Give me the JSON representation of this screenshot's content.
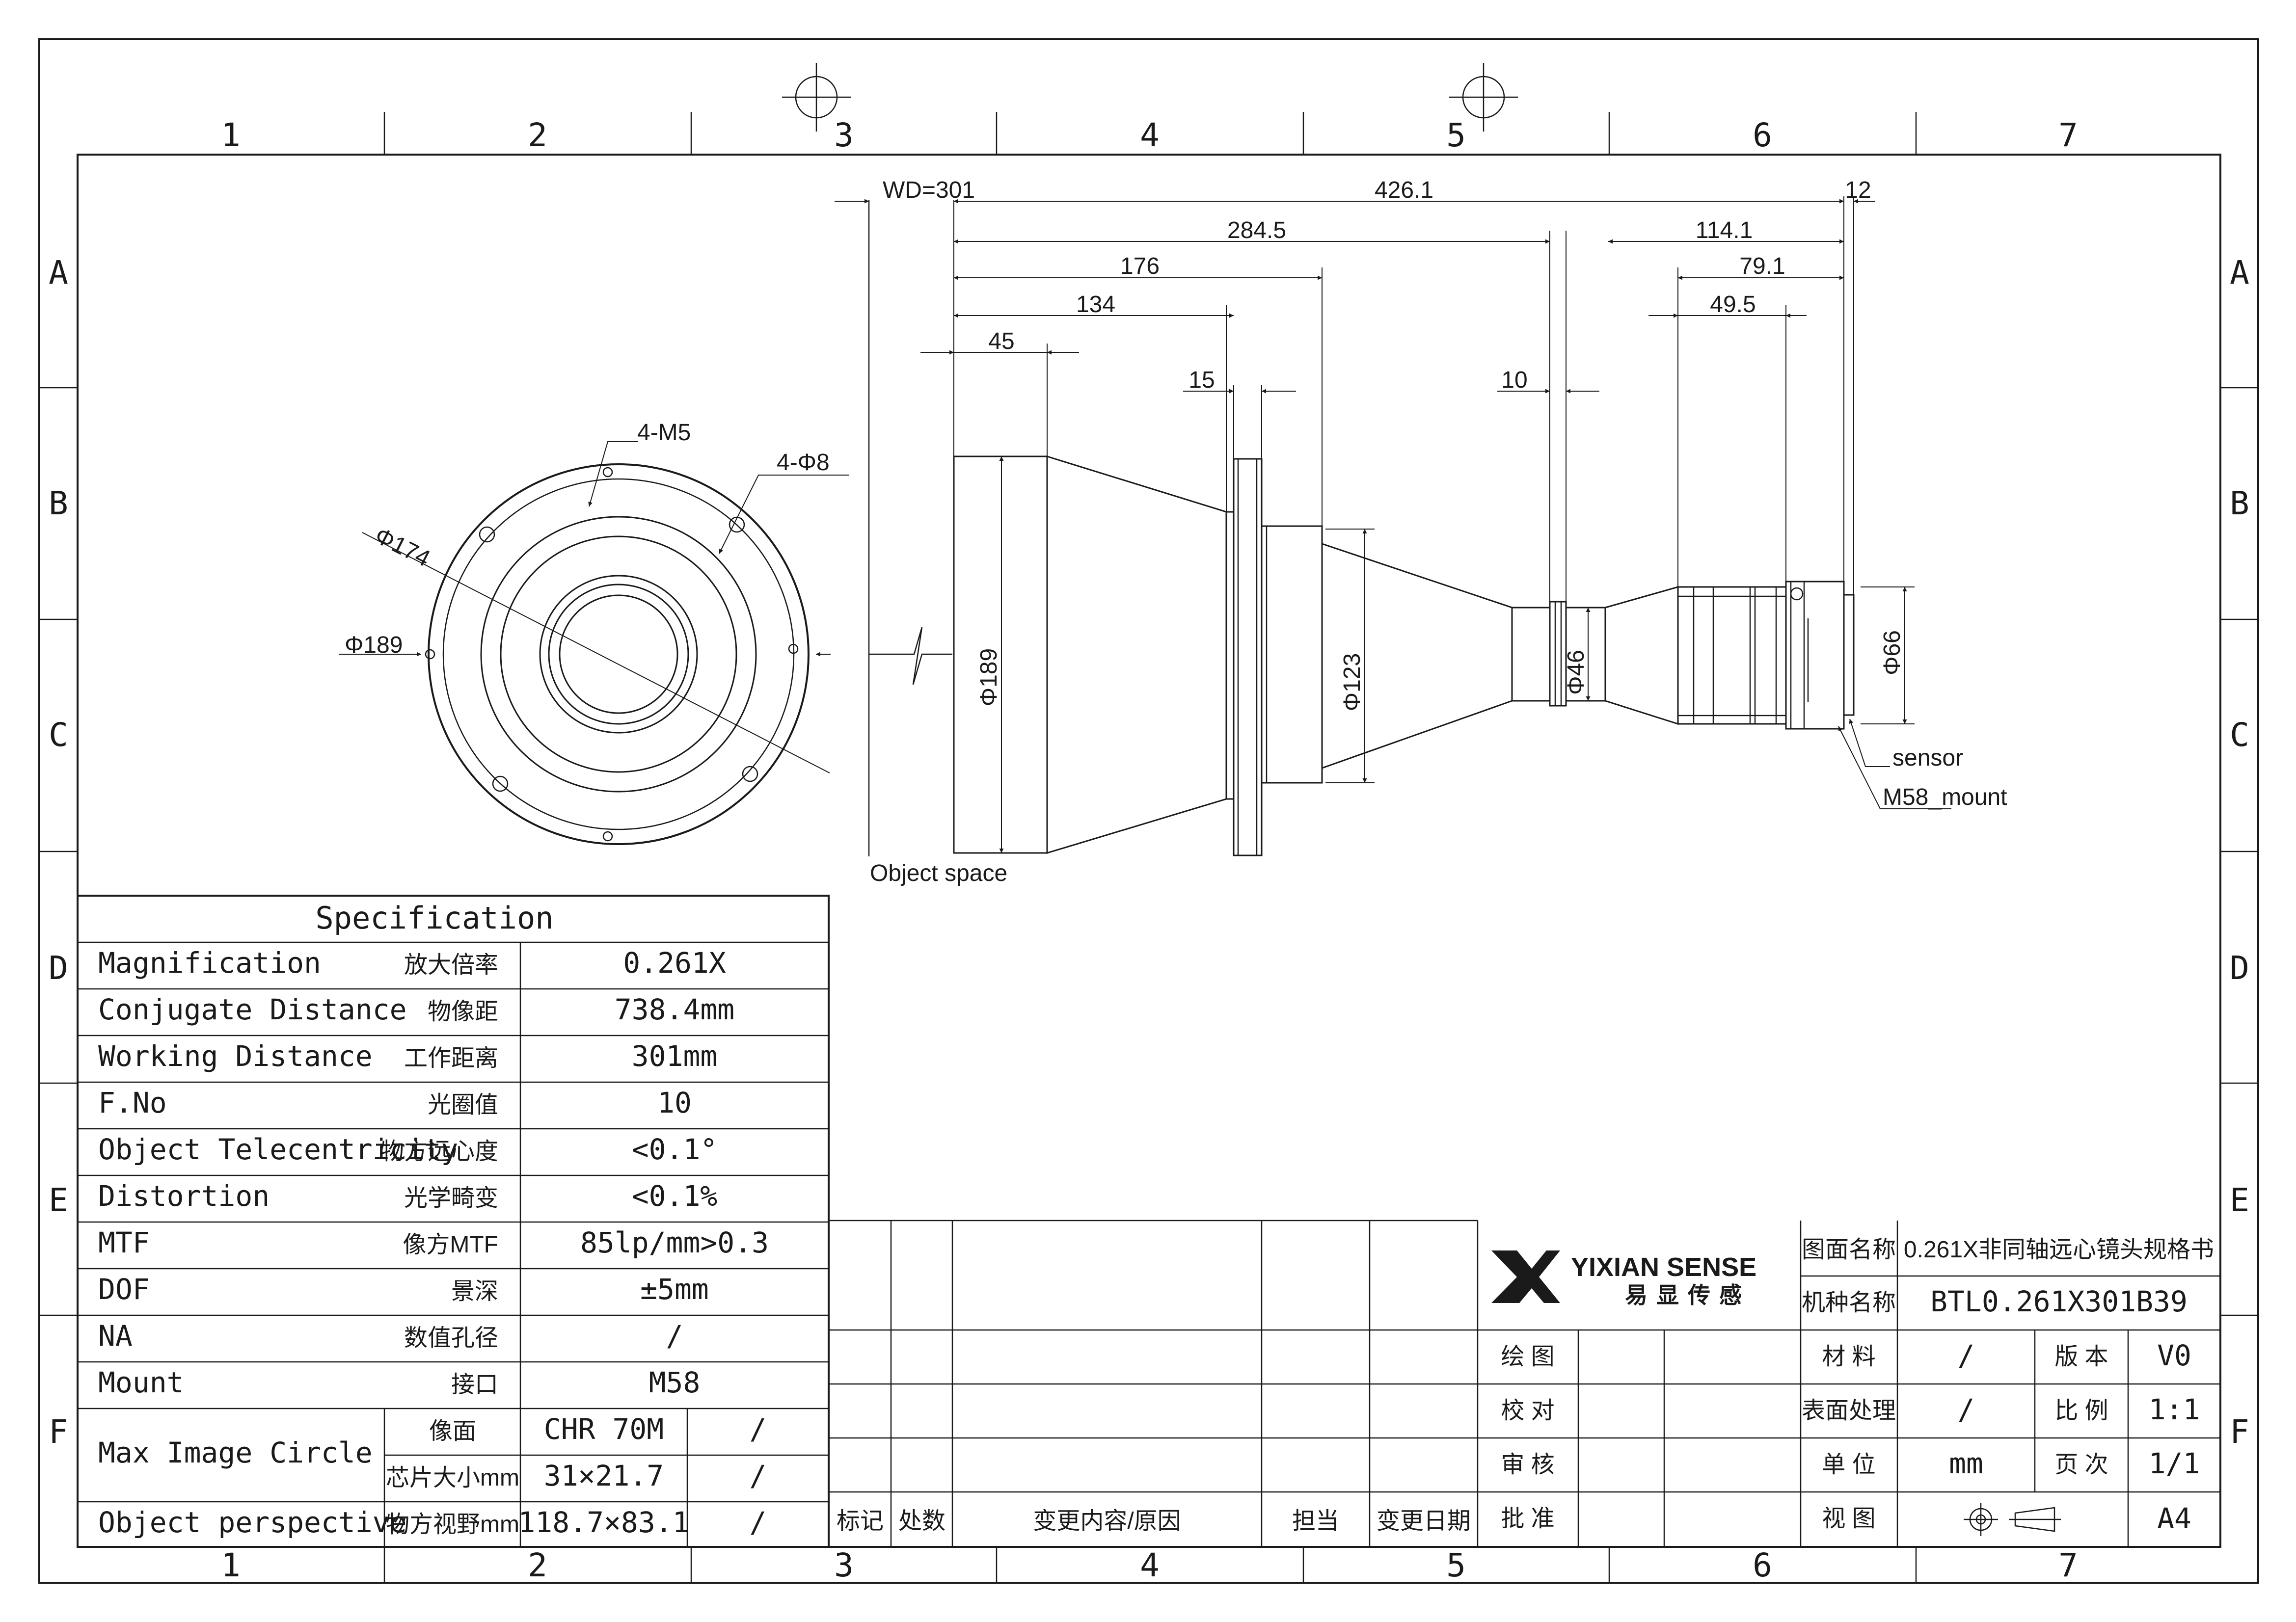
{
  "border": {
    "columns": [
      "1",
      "2",
      "3",
      "4",
      "5",
      "6",
      "7"
    ],
    "rows": [
      "A",
      "B",
      "C",
      "D",
      "E",
      "F"
    ]
  },
  "front_view": {
    "labels": {
      "d174": "Φ174",
      "d189": "Φ189",
      "m5": "4-M5",
      "d8": "4-Φ8"
    }
  },
  "side_view": {
    "dimensions": {
      "wd": "WD=301",
      "total": "426.1",
      "twelve": "12",
      "d284": "284.5",
      "d1141": "114.1",
      "d176": "176",
      "d791": "79.1",
      "d134": "134",
      "d495": "49.5",
      "d45": "45",
      "d15": "15",
      "d10": "10"
    },
    "diameters": {
      "d189": "Φ189",
      "d123": "Φ123",
      "d46": "Φ46",
      "d66": "Φ66"
    },
    "callouts": {
      "sensor": "sensor",
      "mount": "M58_mount",
      "object_space": "Object space"
    }
  },
  "spec_table": {
    "title": "Specification",
    "rows": [
      {
        "en": "Magnification",
        "cn": "放大倍率",
        "value": "0.261X"
      },
      {
        "en": "Conjugate Distance",
        "cn": "物像距",
        "value": "738.4mm"
      },
      {
        "en": "Working Distance",
        "cn": "工作距离",
        "value": "301mm"
      },
      {
        "en": "F.No",
        "cn": "光圈值",
        "value": "10"
      },
      {
        "en": "Object Telecentricity",
        "cn": "物方远心度",
        "value": "<0.1°"
      },
      {
        "en": "Distortion",
        "cn": "光学畸变",
        "value": "<0.1%"
      },
      {
        "en": "MTF",
        "cn": "像方MTF",
        "value": "85lp/mm>0.3"
      },
      {
        "en": "DOF",
        "cn": "景深",
        "value": "±5mm"
      },
      {
        "en": "NA",
        "cn": "数值孔径",
        "value": "/"
      },
      {
        "en": "Mount",
        "cn": "接口",
        "value": "M58"
      }
    ],
    "max_image_circle": {
      "label": "Max Image Circle",
      "r1_cn": "像面",
      "r1_value": "CHR 70M",
      "r1_extra": "/",
      "r2_cn": "芯片大小mm",
      "r2_value": "31×21.7",
      "r2_extra": "/"
    },
    "object_perspective": {
      "label": "Object perspective",
      "cn": "物方视野mm",
      "value": "118.7×83.1",
      "extra": "/"
    }
  },
  "revision_table": {
    "headers": [
      "标记",
      "处数",
      "变更内容/原因",
      "担当",
      "变更日期"
    ]
  },
  "title_block": {
    "logo_text": "YIXIAN SENSE",
    "logo_cn": "易显传感",
    "drawing_name_label": "图面名称",
    "drawing_name": "0.261X非同轴远心镜头规格书",
    "model_label": "机种名称",
    "model": "BTL0.261X301B39",
    "draw_label": "绘 图",
    "check_label": "校 对",
    "review_label": "审 核",
    "approve_label": "批 准",
    "material_label": "材 料",
    "material": "/",
    "version_label": "版 本",
    "version": "V0",
    "surface_label": "表面处理",
    "surface": "/",
    "scale_label": "比 例",
    "scale": "1:1",
    "unit_label": "单 位",
    "unit": "mm",
    "page_label": "页 次",
    "page": "1/1",
    "view_label": "视 图",
    "size": "A4"
  }
}
